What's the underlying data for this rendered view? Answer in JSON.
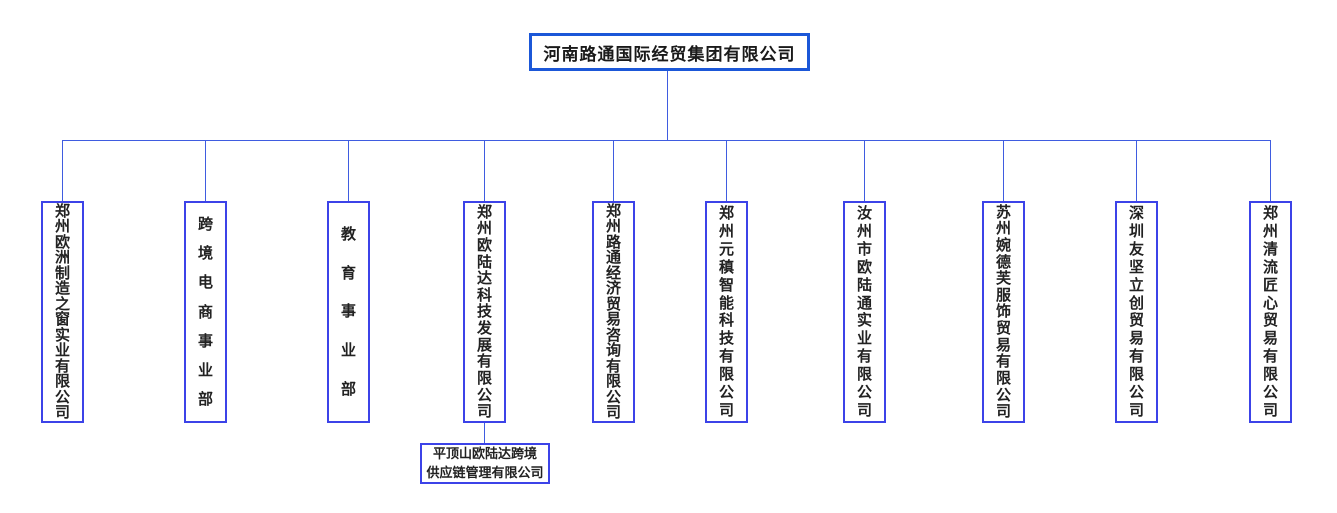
{
  "org_chart": {
    "type": "organization-tree",
    "root": {
      "name": "河南路通国际经贸集团有限公司"
    },
    "children": [
      {
        "name": "郑州欧洲制造之窗实业有限公司"
      },
      {
        "name": "跨境电商事业部"
      },
      {
        "name": "教育事业部"
      },
      {
        "name": "郑州欧陆达科技发展有限公司"
      },
      {
        "name": "郑州路通经济贸易咨询有限公司"
      },
      {
        "name": "郑州元稹智能科技有限公司"
      },
      {
        "name": "汝州市欧陆通实业有限公司"
      },
      {
        "name": "苏州婉德芙服饰贸易有限公司"
      },
      {
        "name": "深圳友坚立创贸易有限公司"
      },
      {
        "name": "郑州清流匠心贸易有限公司"
      }
    ],
    "grandchild": {
      "parent_index": 3,
      "name": "平顶山欧陆达跨境供应链管理有限公司",
      "name_lines": [
        "平顶山欧陆达跨境",
        "供应链管理有限公司"
      ]
    }
  },
  "colors": {
    "root_border": "#1b57d8",
    "node_border": "#3c43e8",
    "connector": "#3f5ce0",
    "text": "#1a1a1a",
    "background": "#ffffff"
  }
}
